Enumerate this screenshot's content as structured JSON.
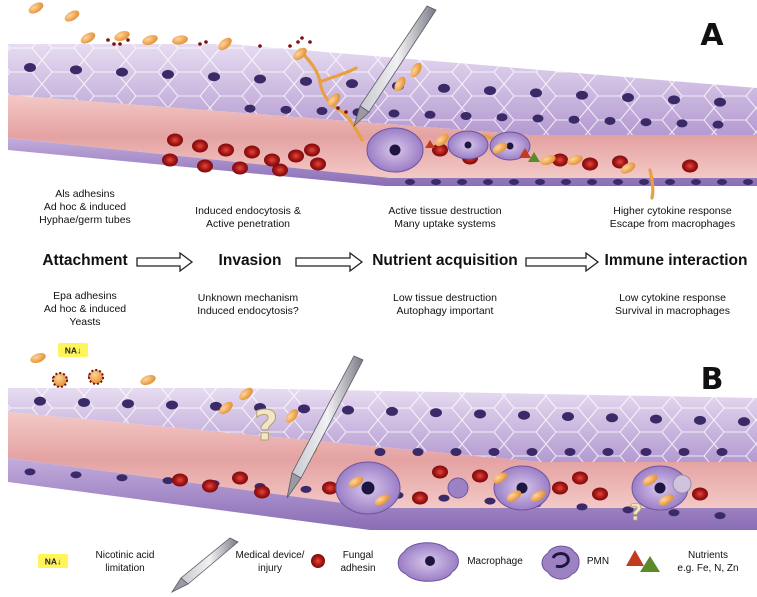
{
  "panels": {
    "a_letter": "A",
    "b_letter": "B"
  },
  "stages": [
    {
      "name": "Attachment",
      "top": [
        "Als adhesins",
        "Ad hoc & induced",
        "Hyphae/germ tubes"
      ],
      "bottom": [
        "Epa adhesins",
        "Ad hoc & induced",
        "Yeasts"
      ]
    },
    {
      "name": "Invasion",
      "top": [
        "Induced endocytosis &",
        "Active  penetration"
      ],
      "bottom": [
        "Unknown mechanism",
        "Induced endocytosis?"
      ]
    },
    {
      "name": "Nutrient acquisition",
      "top": [
        "Active tissue destruction",
        "Many uptake systems"
      ],
      "bottom": [
        "Low tissue destruction",
        "Autophagy important"
      ]
    },
    {
      "name": "Immune interaction",
      "top": [
        "Higher cytokine response",
        "Escape from macrophages"
      ],
      "bottom": [
        "Low cytokine response",
        "Survival in macrophages"
      ]
    }
  ],
  "badge": "NA↓",
  "question_mark": "?",
  "legend": [
    {
      "icon": "na-badge",
      "label": [
        "Nicotinic acid",
        "limitation"
      ]
    },
    {
      "icon": "medical-device",
      "label": [
        "Medical device/",
        "injury"
      ]
    },
    {
      "icon": "fungal-adhesin",
      "label": [
        "Fungal",
        "adhesin"
      ]
    },
    {
      "icon": "macrophage",
      "label": [
        "Macrophage"
      ]
    },
    {
      "icon": "pmn",
      "label": [
        "PMN"
      ]
    },
    {
      "icon": "nutrients",
      "label": [
        "Nutrients",
        "e.g. Fe, N, Zn"
      ]
    }
  ],
  "colors": {
    "tissue_light": "#c9b6dc",
    "tissue_dark": "#6b4f96",
    "nucleus": "#3b2a68",
    "vessel": "#e8a9a8",
    "rbc": "#b01818",
    "yeast": "#f0a347",
    "hypha": "#e8a040",
    "macrophage": "#a68ac8",
    "needle": "#8c8c96",
    "badge": "#fff45a"
  }
}
